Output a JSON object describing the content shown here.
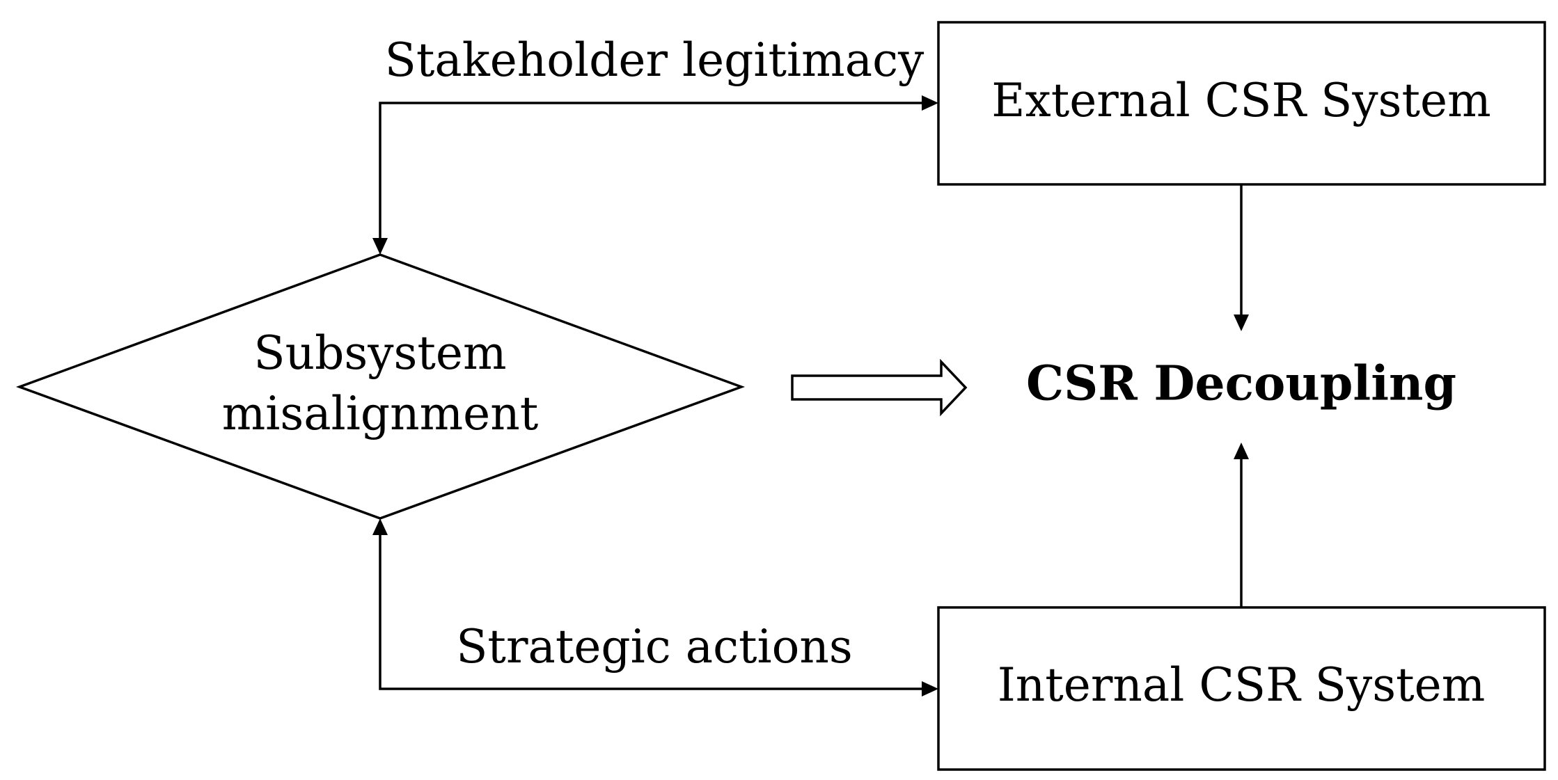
{
  "nodes": {
    "external": {
      "label": "External CSR System"
    },
    "internal": {
      "label": "Internal CSR System"
    },
    "misalignment": {
      "line1": "Subsystem",
      "line2": "misalignment"
    },
    "decoupling": {
      "label": "CSR Decoupling"
    }
  },
  "edges": {
    "stakeholder": {
      "label": "Stakeholder legitimacy"
    },
    "strategic": {
      "label": "Strategic actions"
    }
  }
}
